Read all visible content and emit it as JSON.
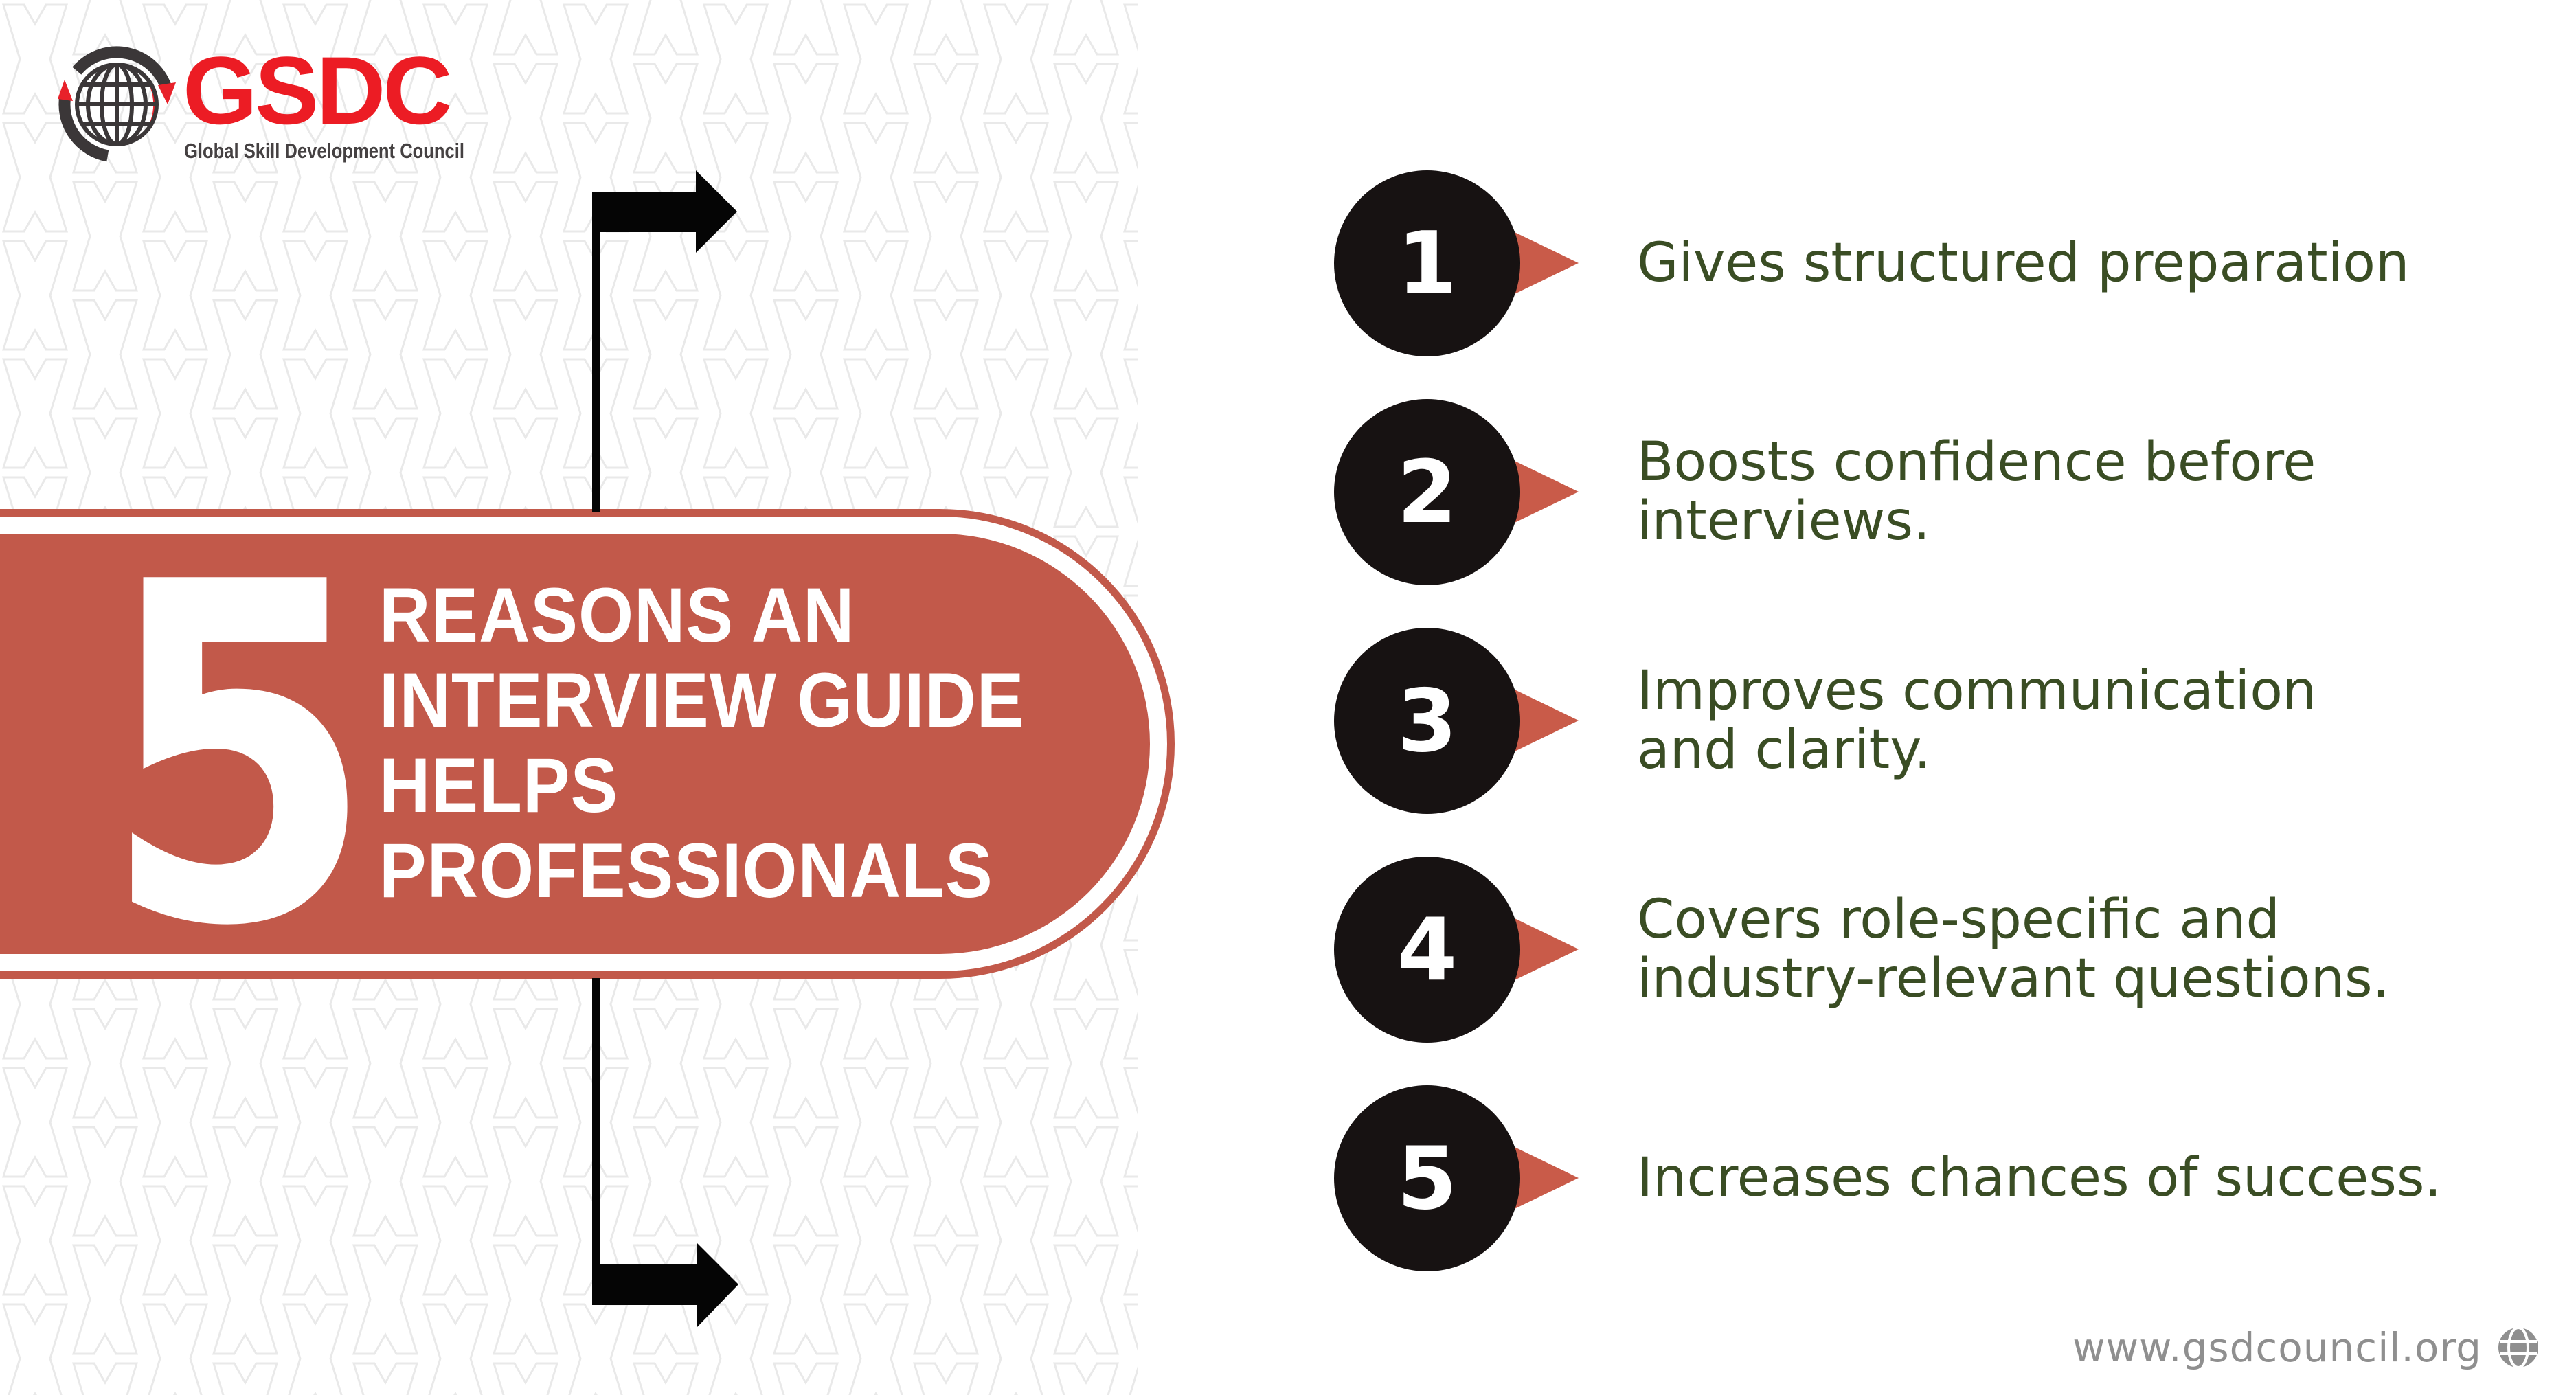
{
  "logo": {
    "brand": "GSDC",
    "tagline": "Global Skill Development Council",
    "icon": "globe-arcs-icon"
  },
  "banner": {
    "number": "5",
    "title_lines": [
      "REASONS AN",
      "INTERVIEW GUIDE",
      "HELPS",
      "PROFESSIONALS"
    ]
  },
  "items": [
    {
      "number": "1",
      "lines": [
        "Gives structured preparation"
      ]
    },
    {
      "number": "2",
      "lines": [
        "Boosts confidence before",
        "interviews."
      ]
    },
    {
      "number": "3",
      "lines": [
        "Improves communication",
        "and clarity."
      ]
    },
    {
      "number": "4",
      "lines": [
        "Covers role-specific and",
        "industry-relevant questions."
      ]
    },
    {
      "number": "5",
      "lines": [
        "Increases chances of success."
      ]
    }
  ],
  "footer": {
    "url": "www.gsdcouncil.org",
    "icon": "globe-icon"
  },
  "colors": {
    "banner_red": "#c2594a",
    "triangle_red": "#c95b49",
    "circle_black": "#171212",
    "text_green": "#3a4d24",
    "logo_red": "#ec1c24",
    "logo_dark": "#3b3738",
    "footer_gray": "#8f8f8f",
    "pattern_gray": "#e9e9e9",
    "arrow_black": "#050505"
  },
  "layout_values": {
    "item_centers_y": [
      383,
      716,
      1049,
      1382,
      1715
    ]
  }
}
